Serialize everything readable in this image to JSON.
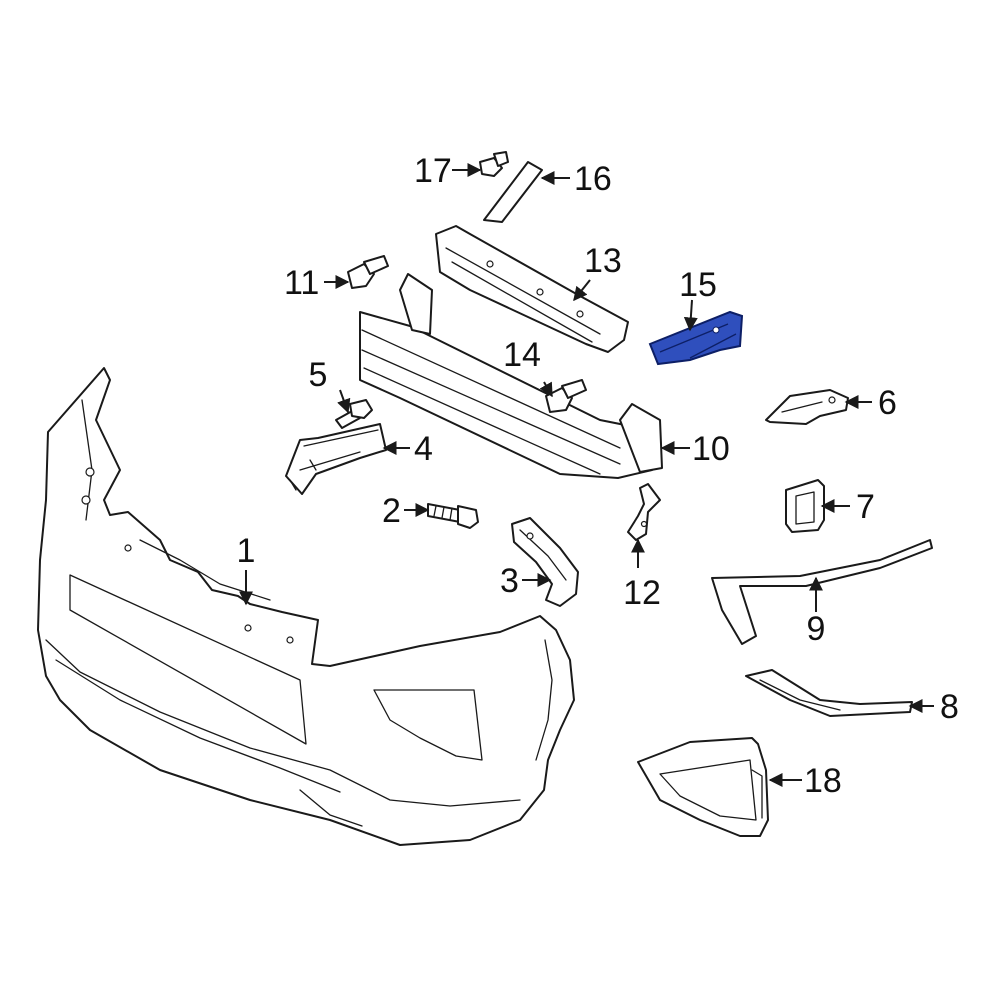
{
  "diagram": {
    "callouts": [
      {
        "id": "1",
        "text": "1"
      },
      {
        "id": "2",
        "text": "2"
      },
      {
        "id": "3",
        "text": "3"
      },
      {
        "id": "4",
        "text": "4"
      },
      {
        "id": "5",
        "text": "5"
      },
      {
        "id": "6",
        "text": "6"
      },
      {
        "id": "7",
        "text": "7"
      },
      {
        "id": "8",
        "text": "8"
      },
      {
        "id": "9",
        "text": "9"
      },
      {
        "id": "10",
        "text": "10"
      },
      {
        "id": "11",
        "text": "11"
      },
      {
        "id": "12",
        "text": "12"
      },
      {
        "id": "13",
        "text": "13"
      },
      {
        "id": "14",
        "text": "14"
      },
      {
        "id": "15",
        "text": "15"
      },
      {
        "id": "16",
        "text": "16"
      },
      {
        "id": "17",
        "text": "17"
      },
      {
        "id": "18",
        "text": "18"
      }
    ],
    "highlighted_part": "15",
    "colors": {
      "line": "#1a1a1a",
      "highlight_fill": "#2f4fbd",
      "background": "#ffffff"
    }
  }
}
